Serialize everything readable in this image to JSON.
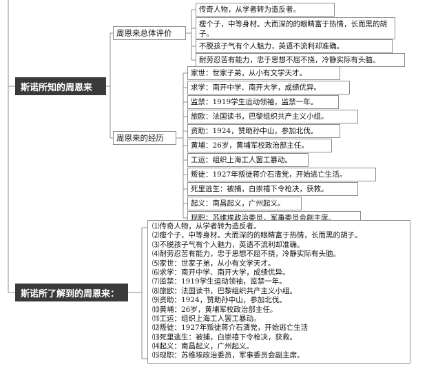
{
  "roots": [
    {
      "id": "known",
      "label": "斯诺所知的周恩来"
    },
    {
      "id": "learned",
      "label": "斯诺所了解到的周恩来："
    }
  ],
  "branches": [
    {
      "id": "overall",
      "label": "周恩来总体评价",
      "leaves": [
        "传奇人物，从学者转为造反者。",
        "瘦个子，中等身材。大而深的的眼睛富于热情，长而黑的胡子。",
        "不脱孩子气有个人魅力，英语不流利却准确。",
        "耐劳忍苦有能力，忠于思想不屈不挠，冷静实际有头脑。"
      ]
    },
    {
      "id": "experience",
      "label": "周恩来的经历",
      "leaves": [
        "家世：世家子弟，从小有文学天才。",
        "求学：南开中学、南开大学，成绩优异。",
        "监禁：1919学生运动领袖，监禁一年。",
        "旅欧：法国读书，巴黎组织共产主义小组。",
        "资助：1924，赞助孙中山，参加北伐。",
        "黄埔：26岁，黄埔军校政治部主任。",
        "工运：组织上海工人罢工暴动。",
        "叛徒：1927年叛徒蒋介石清党，开始逃亡生活。",
        "死里逃生：被捕，白崇禧下令枪决，获救。",
        "起义：南昌起义，广州起义。",
        "现职：苏维埃政治委员，军事委员会副主席。"
      ]
    }
  ],
  "summary": [
    "⑴传奇人物，从学者转为造反者。",
    "⑵瘦个子，中等身材。大而深的的眼睛富于热情，长而黑的胡子。",
    "⑶不脱孩子气有个人魅力，英语不流利却准确。",
    "⑷耐劳忍苦有能力，忠于思想不屈不挠，冷静实际有头脑。",
    "⑸家世：世家子弟，从小有文学天才。",
    "⑹求学：南开中学、南开大学，成绩优异。",
    "⑺监禁：1919学生运动领袖，监禁一年。",
    "⑻旅欧：法国读书，巴黎组织共产主义小组。",
    "⑼资助：1924，赞助孙中山，参加北伐。",
    "⑽黄埔：26岁，黄埔军校政治部主任。",
    "⑾工运：组织上海工人罢工暴动。",
    "⑿叛徒：1927年叛徒蒋介石清党，开始逃亡生活",
    "⒀死里逃生：被捕，白崇禧下令枪决，获救。",
    "⒁起义：南昌起义，广州起义。",
    "⒂现职：苏维埃政治委员，军事委员会副主席。"
  ],
  "colors": {
    "root_bg": "#3a3a3a",
    "line": "#8c8c8c",
    "border": "#8c8c8c"
  }
}
